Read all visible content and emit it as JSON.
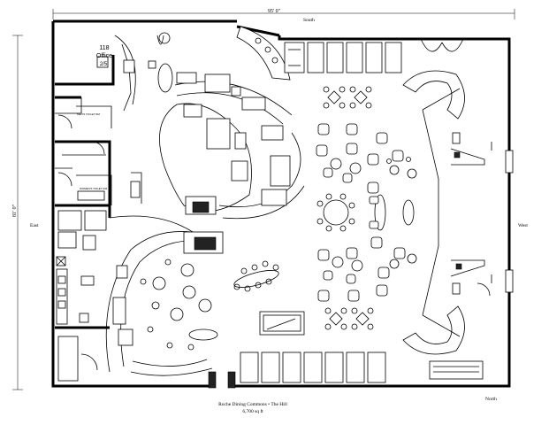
{
  "dimensions": {
    "top": "95' 0\"",
    "left": "81' 0\""
  },
  "orientation": {
    "south": "South",
    "east": "East",
    "west": "West",
    "north": "North"
  },
  "office": {
    "number": "118",
    "name": "Office",
    "seats": "2/5"
  },
  "room_labels": [
    "MEN'S TOILET RM",
    "WOMEN'S TOILET RM"
  ],
  "caption": {
    "title": "Roche Dining Commons • The Hill",
    "area": "6,700 sq ft"
  }
}
